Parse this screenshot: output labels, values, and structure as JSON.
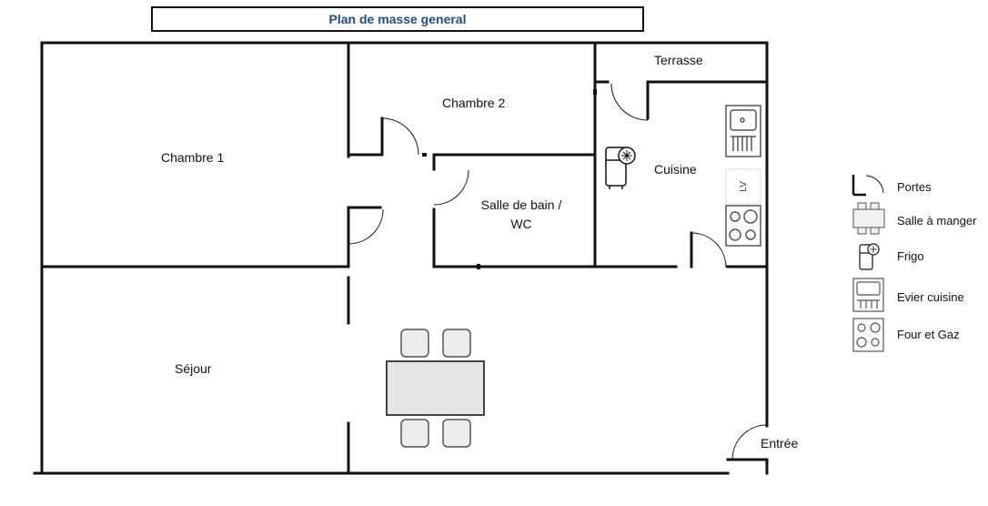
{
  "title": "Plan de masse general",
  "rooms": {
    "chambre1": "Chambre 1",
    "chambre2": "Chambre 2",
    "terrasse": "Terrasse",
    "cuisine": "Cuisine",
    "sdb_line1": "Salle de bain /",
    "sdb_line2": "WC",
    "sejour": "Séjour",
    "entree": "Entrée"
  },
  "fixtures": {
    "lv": "LV"
  },
  "legend": {
    "portes": "Portes",
    "salle_a_manger": "Salle à manger",
    "frigo": "Frigo",
    "evier": "Evier cuisine",
    "four": "Four et Gaz"
  }
}
